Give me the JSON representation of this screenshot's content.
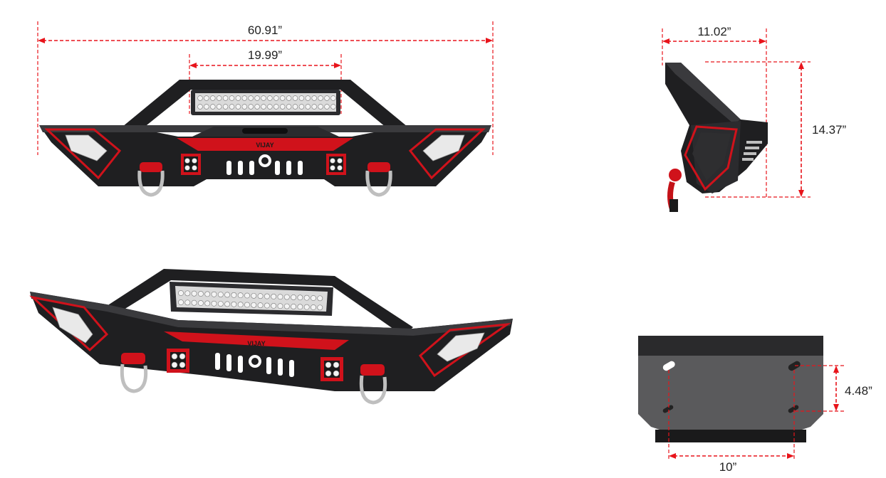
{
  "dimensions": {
    "overall_width": "60.91”",
    "light_bar_width": "19.99”",
    "side_depth": "11.02”",
    "side_height": "14.37”",
    "plate_height": "4.48”",
    "plate_width": "10”"
  },
  "brand_mark": "VIJAY",
  "colors": {
    "dimension_red": "#e8141b",
    "bumper_black": "#1f1f21",
    "accent_red": "#d0121b",
    "skid_plate_gray": "#5a5a5c"
  }
}
